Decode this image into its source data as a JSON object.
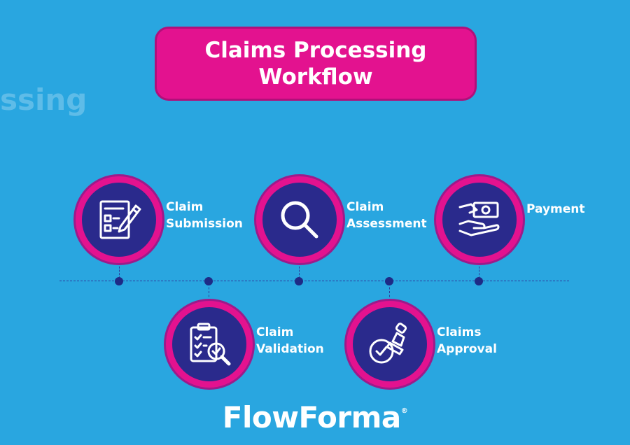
{
  "title": {
    "line1": "Claims Processing",
    "line2": "Workflow"
  },
  "steps": [
    {
      "line1": "Claim",
      "line2": "Submission",
      "icon": "document-pen-icon"
    },
    {
      "line1": "Claim",
      "line2": "Validation",
      "icon": "clipboard-check-icon"
    },
    {
      "line1": "Claim",
      "line2": "Assessment",
      "icon": "magnifier-icon"
    },
    {
      "line1": "Claims",
      "line2": "Approval",
      "icon": "approval-stamp-icon"
    },
    {
      "line1": "Payment",
      "line2": "",
      "icon": "hand-money-icon"
    }
  ],
  "brand": "FlowForma",
  "colors": {
    "background": "#29A6E0",
    "accent": "#E3128F",
    "circle": "#2A2A8C",
    "line": "#2E3A9B"
  }
}
